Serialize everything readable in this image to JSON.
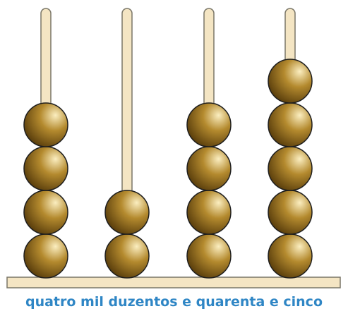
{
  "diagram": {
    "type": "abacus",
    "rods": [
      {
        "place": "thousands",
        "beads": 4
      },
      {
        "place": "hundreds",
        "beads": 2
      },
      {
        "place": "tens",
        "beads": 4
      },
      {
        "place": "units",
        "beads": 5
      }
    ],
    "value": 4245,
    "colors": {
      "rod": "#f4e5c3",
      "rod_outline": "#7a7668",
      "base": "#f4e5c3",
      "base_outline": "#7a7668",
      "bead_light": "#fbeec0",
      "bead_mid": "#b48a2e",
      "bead_dark": "#5a3e0c",
      "bead_outline": "#1e1e1e",
      "caption": "#2f86c5"
    }
  },
  "caption": {
    "text": "quatro mil duzentos e quarenta e cinco"
  }
}
